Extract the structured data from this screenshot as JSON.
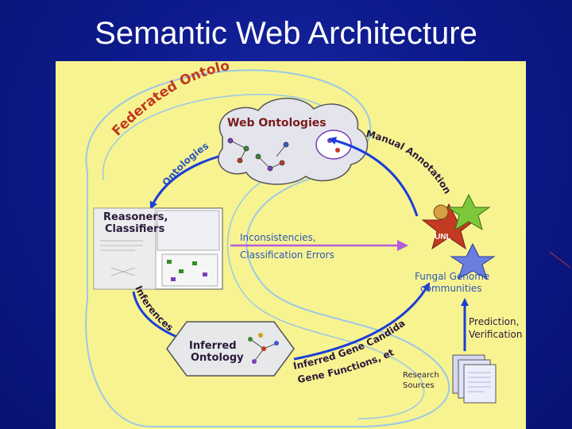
{
  "title": "Semantic Web Architecture",
  "colors": {
    "background": "#0d1a8c",
    "panel": "#f8f391",
    "accent_red": "#c23a22",
    "arrow_blue": "#1b3ed8",
    "arrow_purple": "#b35ce0",
    "text_blue": "#2b57b8",
    "text_dark": "#2a1a3a"
  },
  "diagram": {
    "arc_label": "Federated Ontology",
    "web_ontologies": "Web Ontologies",
    "reasoners_line1": "Reasoners,",
    "reasoners_line2": "Classifiers",
    "inferred_line1": "Inferred",
    "inferred_line2": "Ontology",
    "label_ontologies": "Ontologies",
    "label_manual_annotations": "Manual Annotations",
    "label_inconsistencies_line1": "Inconsistencies,",
    "label_inconsistencies_line2": "Classification Errors",
    "label_inferences": "Inferences",
    "label_gene_candidates": "Inferred Gene Candidates,",
    "label_gene_functions": "Gene Functions, etc.",
    "label_prediction": "Prediction,",
    "label_verification": "Verification",
    "label_research_1": "Research",
    "label_research_2": "Sources",
    "label_fungal_1": "Fungal Genome",
    "label_fungal_2": "communities",
    "logo_text": "UNL"
  }
}
